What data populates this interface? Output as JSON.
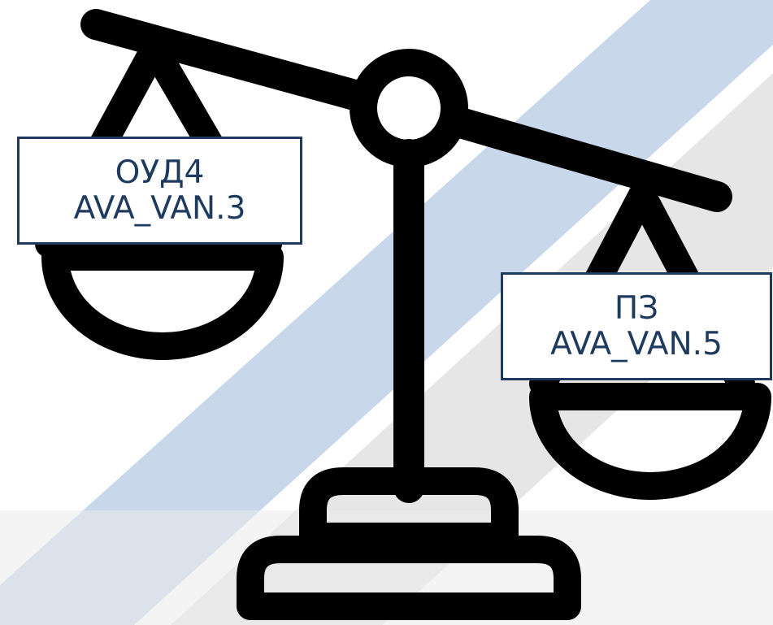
{
  "colors": {
    "background": "#ffffff",
    "stripe_blue": "#c8d7ea",
    "stripe_gray": "#e6e6e6",
    "icon": "#000000",
    "box_border": "#1f3a5f",
    "box_text": "#1f3a5f"
  },
  "icon": "balance-scale-icon",
  "left_pan": {
    "line1": "ОУД4",
    "line2": "AVA_VAN.3"
  },
  "right_pan": {
    "line1": "ПЗ",
    "line2": "AVA_VAN.5"
  }
}
